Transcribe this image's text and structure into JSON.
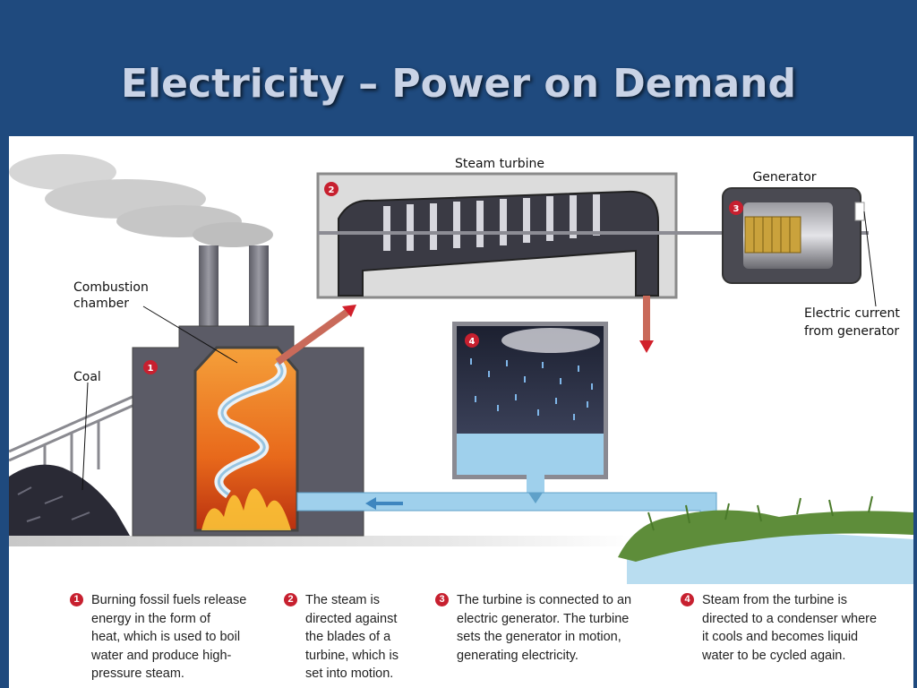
{
  "slide": {
    "title": "Electricity – Power on Demand"
  },
  "diagram": {
    "labels": {
      "steam_turbine": "Steam turbine",
      "generator": "Generator",
      "combustion_line1": "Combustion",
      "combustion_line2": "chamber",
      "coal": "Coal",
      "electric_line1": "Electric current",
      "electric_line2": "from generator"
    },
    "markers": [
      "1",
      "2",
      "3",
      "4"
    ],
    "colors": {
      "marker_red": "#c7202f",
      "water_blue": "#9fd0ec",
      "fire_orange": "#f07a1c",
      "background_blue": "#1f4a7e"
    }
  },
  "captions": [
    {
      "number": "1",
      "lines": [
        "Burning fossil fuels release",
        "energy in the form of",
        "heat, which is used to boil",
        "water and produce high-",
        "pressure steam."
      ]
    },
    {
      "number": "2",
      "lines": [
        "The steam is",
        "directed against",
        "the blades of a",
        "turbine, which is",
        "set into motion."
      ]
    },
    {
      "number": "3",
      "lines": [
        "The turbine is connected to an",
        "electric generator. The turbine",
        "sets the generator in motion,",
        "generating electricity."
      ]
    },
    {
      "number": "4",
      "lines": [
        "Steam from the turbine is",
        "directed to a condenser where",
        "it cools and becomes liquid",
        "water to be cycled again."
      ]
    }
  ]
}
